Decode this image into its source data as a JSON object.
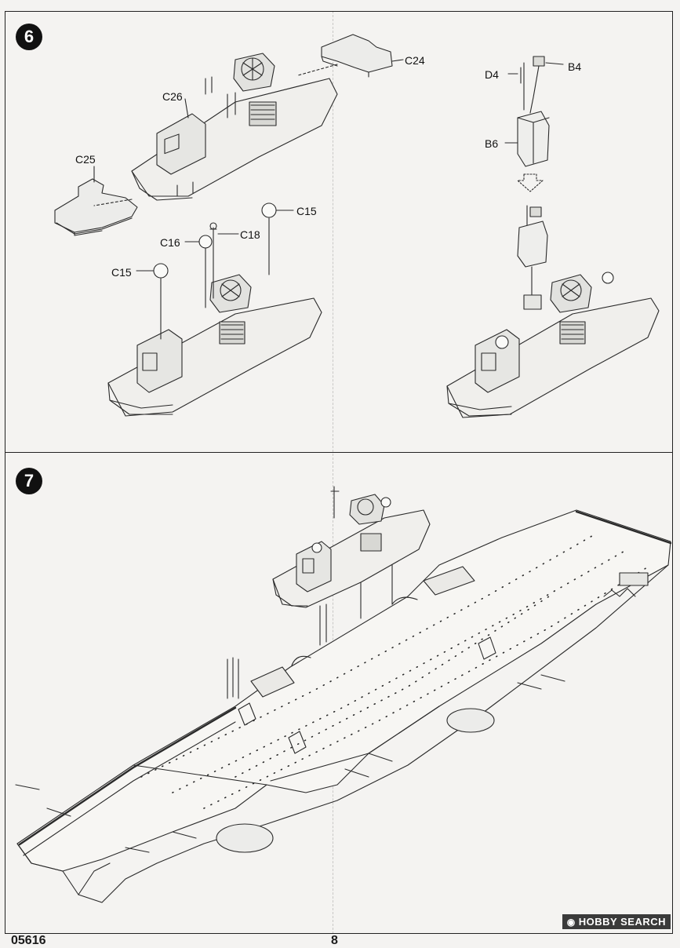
{
  "steps": {
    "step6": {
      "number": "6"
    },
    "step7": {
      "number": "7"
    }
  },
  "labels": {
    "c24": "C24",
    "c26": "C26",
    "c25": "C25",
    "c15_top": "C15",
    "c16": "C16",
    "c18": "C18",
    "c15_left": "C15",
    "d4": "D4",
    "b4": "B4",
    "b6": "B6"
  },
  "footer": {
    "catalog": "05616",
    "page": "8"
  },
  "watermark": {
    "text": "HOBBY SEARCH",
    "icon": "camera-icon"
  },
  "colors": {
    "line": "#2a2a2a",
    "paper": "#f4f3f1"
  }
}
